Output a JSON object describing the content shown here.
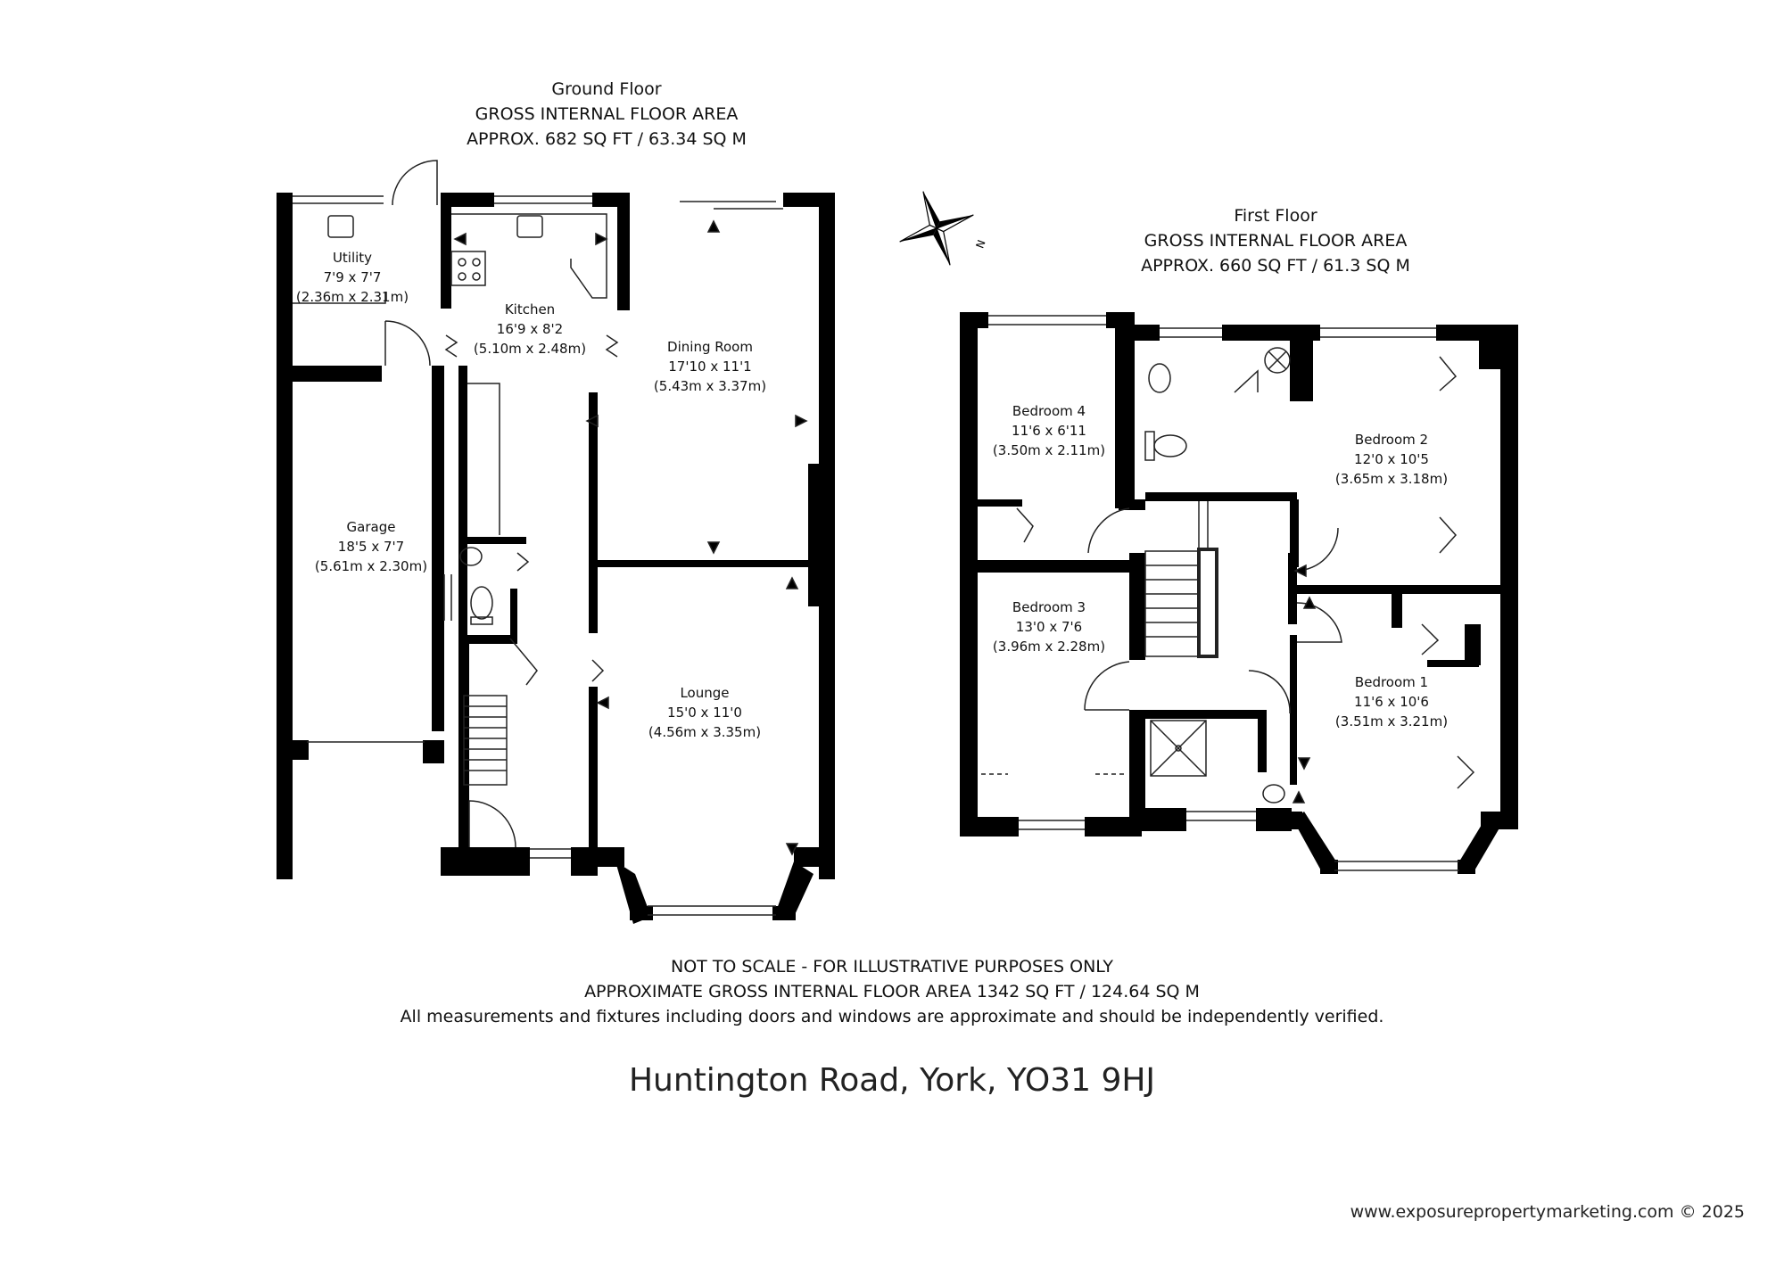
{
  "ground_floor": {
    "name": "Ground Floor",
    "area_heading": "GROSS INTERNAL FLOOR AREA",
    "area": "APPROX. 682 SQ FT / 63.34 SQ M",
    "rooms": [
      {
        "name": "Utility",
        "imperial": "7'9 x 7'7",
        "metric": "(2.36m x 2.31m)"
      },
      {
        "name": "Kitchen",
        "imperial": "16'9 x 8'2",
        "metric": "(5.10m x 2.48m)"
      },
      {
        "name": "Dining Room",
        "imperial": "17'10 x 11'1",
        "metric": "(5.43m x 3.37m)"
      },
      {
        "name": "Garage",
        "imperial": "18'5 x 7'7",
        "metric": "(5.61m x 2.30m)"
      },
      {
        "name": "Lounge",
        "imperial": "15'0 x 11'0",
        "metric": "(4.56m x 3.35m)"
      }
    ]
  },
  "first_floor": {
    "name": "First Floor",
    "area_heading": "GROSS INTERNAL FLOOR AREA",
    "area": "APPROX. 660 SQ FT / 61.3 SQ M",
    "rooms": [
      {
        "name": "Bedroom 4",
        "imperial": "11'6 x 6'11",
        "metric": "(3.50m x 2.11m)"
      },
      {
        "name": "Bedroom 2",
        "imperial": "12'0 x 10'5",
        "metric": "(3.65m x 3.18m)"
      },
      {
        "name": "Bedroom 3",
        "imperial": "13'0 x 7'6",
        "metric": "(3.96m x 2.28m)"
      },
      {
        "name": "Bedroom 1",
        "imperial": "11'6 x 10'6",
        "metric": "(3.51m x 3.21m)"
      }
    ]
  },
  "compass": {
    "label": "N",
    "icon": "compass-rose-icon"
  },
  "footer": {
    "disclaimer": "NOT TO SCALE - FOR ILLUSTRATIVE PURPOSES ONLY",
    "total_area": "APPROXIMATE GROSS INTERNAL FLOOR AREA 1342 SQ FT / 124.64 SQ M",
    "note": "All measurements and fixtures including doors and windows are approximate and should be independently verified.",
    "address": "Huntington Road, York, YO31 9HJ",
    "credit": "www.exposurepropertymarketing.com © 2025"
  },
  "colors": {
    "wall": "#000000",
    "line": "#222222",
    "background": "#ffffff"
  }
}
